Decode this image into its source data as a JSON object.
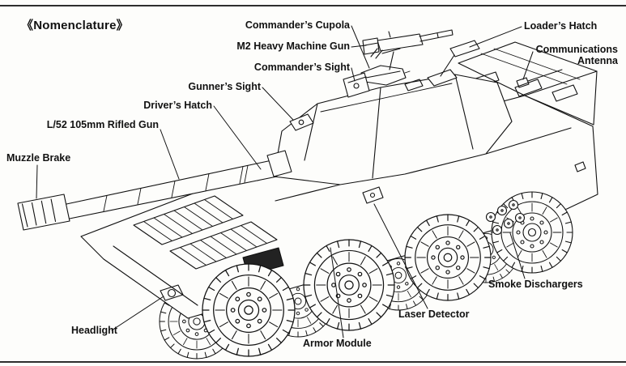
{
  "page": {
    "title": "《Nomenclature》",
    "background": "#fdfdfb",
    "line_color": "#111111"
  },
  "labels": {
    "commanders_cupola": "Commander’s Cupola",
    "loaders_hatch": "Loader’s Hatch",
    "m2_heavy_machine_gun": "M2 Heavy Machine Gun",
    "communications_antenna": "Communications Antenna",
    "commanders_sight": "Commander’s Sight",
    "gunners_sight": "Gunner’s Sight",
    "drivers_hatch": "Driver’s Hatch",
    "rifled_gun": "L/52 105mm Rifled Gun",
    "muzzle_brake": "Muzzle Brake",
    "headlight": "Headlight",
    "armor_module": "Armor Module",
    "laser_detector": "Laser Detector",
    "smoke_dischargers": "Smoke Dischargers"
  }
}
